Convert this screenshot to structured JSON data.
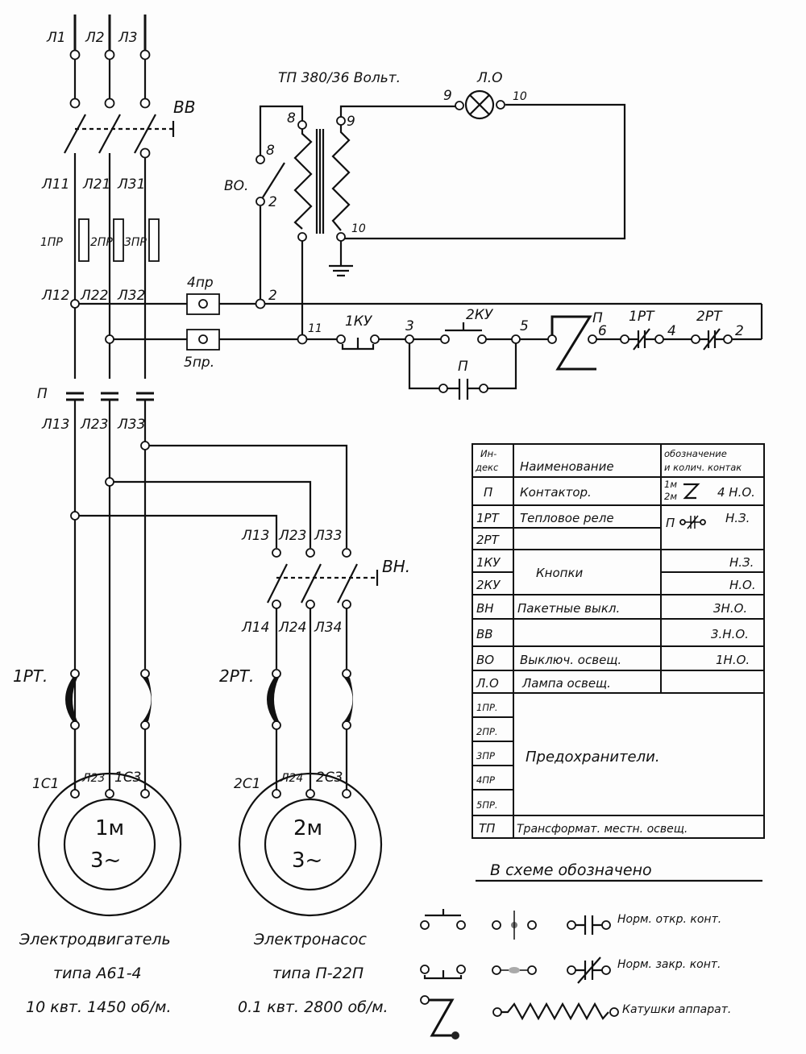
{
  "supply": {
    "l1": "Л1",
    "l2": "Л2",
    "l3": "Л3",
    "l11": "Л11",
    "l21": "Л21",
    "l31": "Л31",
    "l12": "Л12",
    "l22": "Л22",
    "l32": "Л32",
    "l13": "Л13",
    "l23": "Л23",
    "l33": "Л33"
  },
  "switches": {
    "bb": "ВВ",
    "bh": "ВН.",
    "bo": "ВО.",
    "contactor": "П"
  },
  "fuses": {
    "f1": "1ПР",
    "f2": "2ПР",
    "f3": "3ПР",
    "f4": "4пр",
    "f5": "5пр."
  },
  "transformer": {
    "title": "ТП 380/36 Вольт.",
    "lamp": "Л.О",
    "n8a": "8",
    "n8b": "8",
    "n9a": "9",
    "n9b": "9",
    "n10a": "10",
    "n10b": "10",
    "n2": "2"
  },
  "control": {
    "n2": "2",
    "n11": "11",
    "ku1": "1КУ",
    "n3": "3",
    "ku2": "2КУ",
    "n5": "5",
    "p_bypass": "П",
    "p_coil": "П",
    "n6": "6",
    "rt1": "1РТ",
    "n4": "4",
    "rt2": "2РТ",
    "n2end": "2"
  },
  "pump_branch": {
    "l13": "Л13",
    "l23": "Л23",
    "l33": "Л33",
    "l14": "Л14",
    "l24": "Л24",
    "l34": "Л34"
  },
  "motor1": {
    "rt": "1РТ.",
    "c1": "1C1",
    "l23": "Л23",
    "c3": "1C3",
    "name": "1м",
    "phase": "3~",
    "caption1": "Электродвигатель",
    "caption2": "типа А61-4",
    "caption3": "10 квт. 1450 об/м."
  },
  "motor2": {
    "rt": "2РТ.",
    "c1": "2C1",
    "l24": "Л24",
    "c3": "2C3",
    "name": "2м",
    "phase": "3~",
    "caption1": "Электронасос",
    "caption2": "типа П-22П",
    "caption3": "0.1 квт. 2800 об/м."
  },
  "table": {
    "headers": {
      "index1": "Ин-",
      "index2": "декс",
      "name": "Наименование",
      "desig1": "обозначение",
      "desig2": "и колич. контак"
    },
    "rows": [
      {
        "index": "П",
        "name": "Контактор.",
        "desig": "4 Н.О.",
        "desig_prefix1": "1м",
        "desig_prefix2": "2м"
      },
      {
        "index": "1РТ",
        "name": "Тепловое реле",
        "desig": "Н.З.",
        "desig_prefix1": "П"
      },
      {
        "index": "2РТ",
        "name": "",
        "desig": ""
      },
      {
        "index": "1КУ",
        "name": "Кнопки",
        "desig": "Н.З."
      },
      {
        "index": "2КУ",
        "name": "",
        "desig": "Н.О."
      },
      {
        "index": "ВН",
        "name": "Пакетные выкл.",
        "desig": "3Н.О."
      },
      {
        "index": "ВВ",
        "name": "",
        "desig": "3.Н.О."
      },
      {
        "index": "ВО",
        "name": "Выключ. освещ.",
        "desig": "1Н.О."
      },
      {
        "index": "Л.О",
        "name": "Лампа освещ.",
        "desig": ""
      },
      {
        "index": "1ПР.",
        "name": "Предохранители."
      },
      {
        "index": "2ПР."
      },
      {
        "index": "3ПР"
      },
      {
        "index": "4ПР"
      },
      {
        "index": "5ПР."
      },
      {
        "index": "ТП",
        "name": "Трансформат. местн. освещ."
      }
    ]
  },
  "legend": {
    "title": "В схеме обозначено",
    "no_contact": "Норм. откр. конт.",
    "nc_contact": "Норм. закр. конт.",
    "coils": "Катушки аппарат."
  }
}
